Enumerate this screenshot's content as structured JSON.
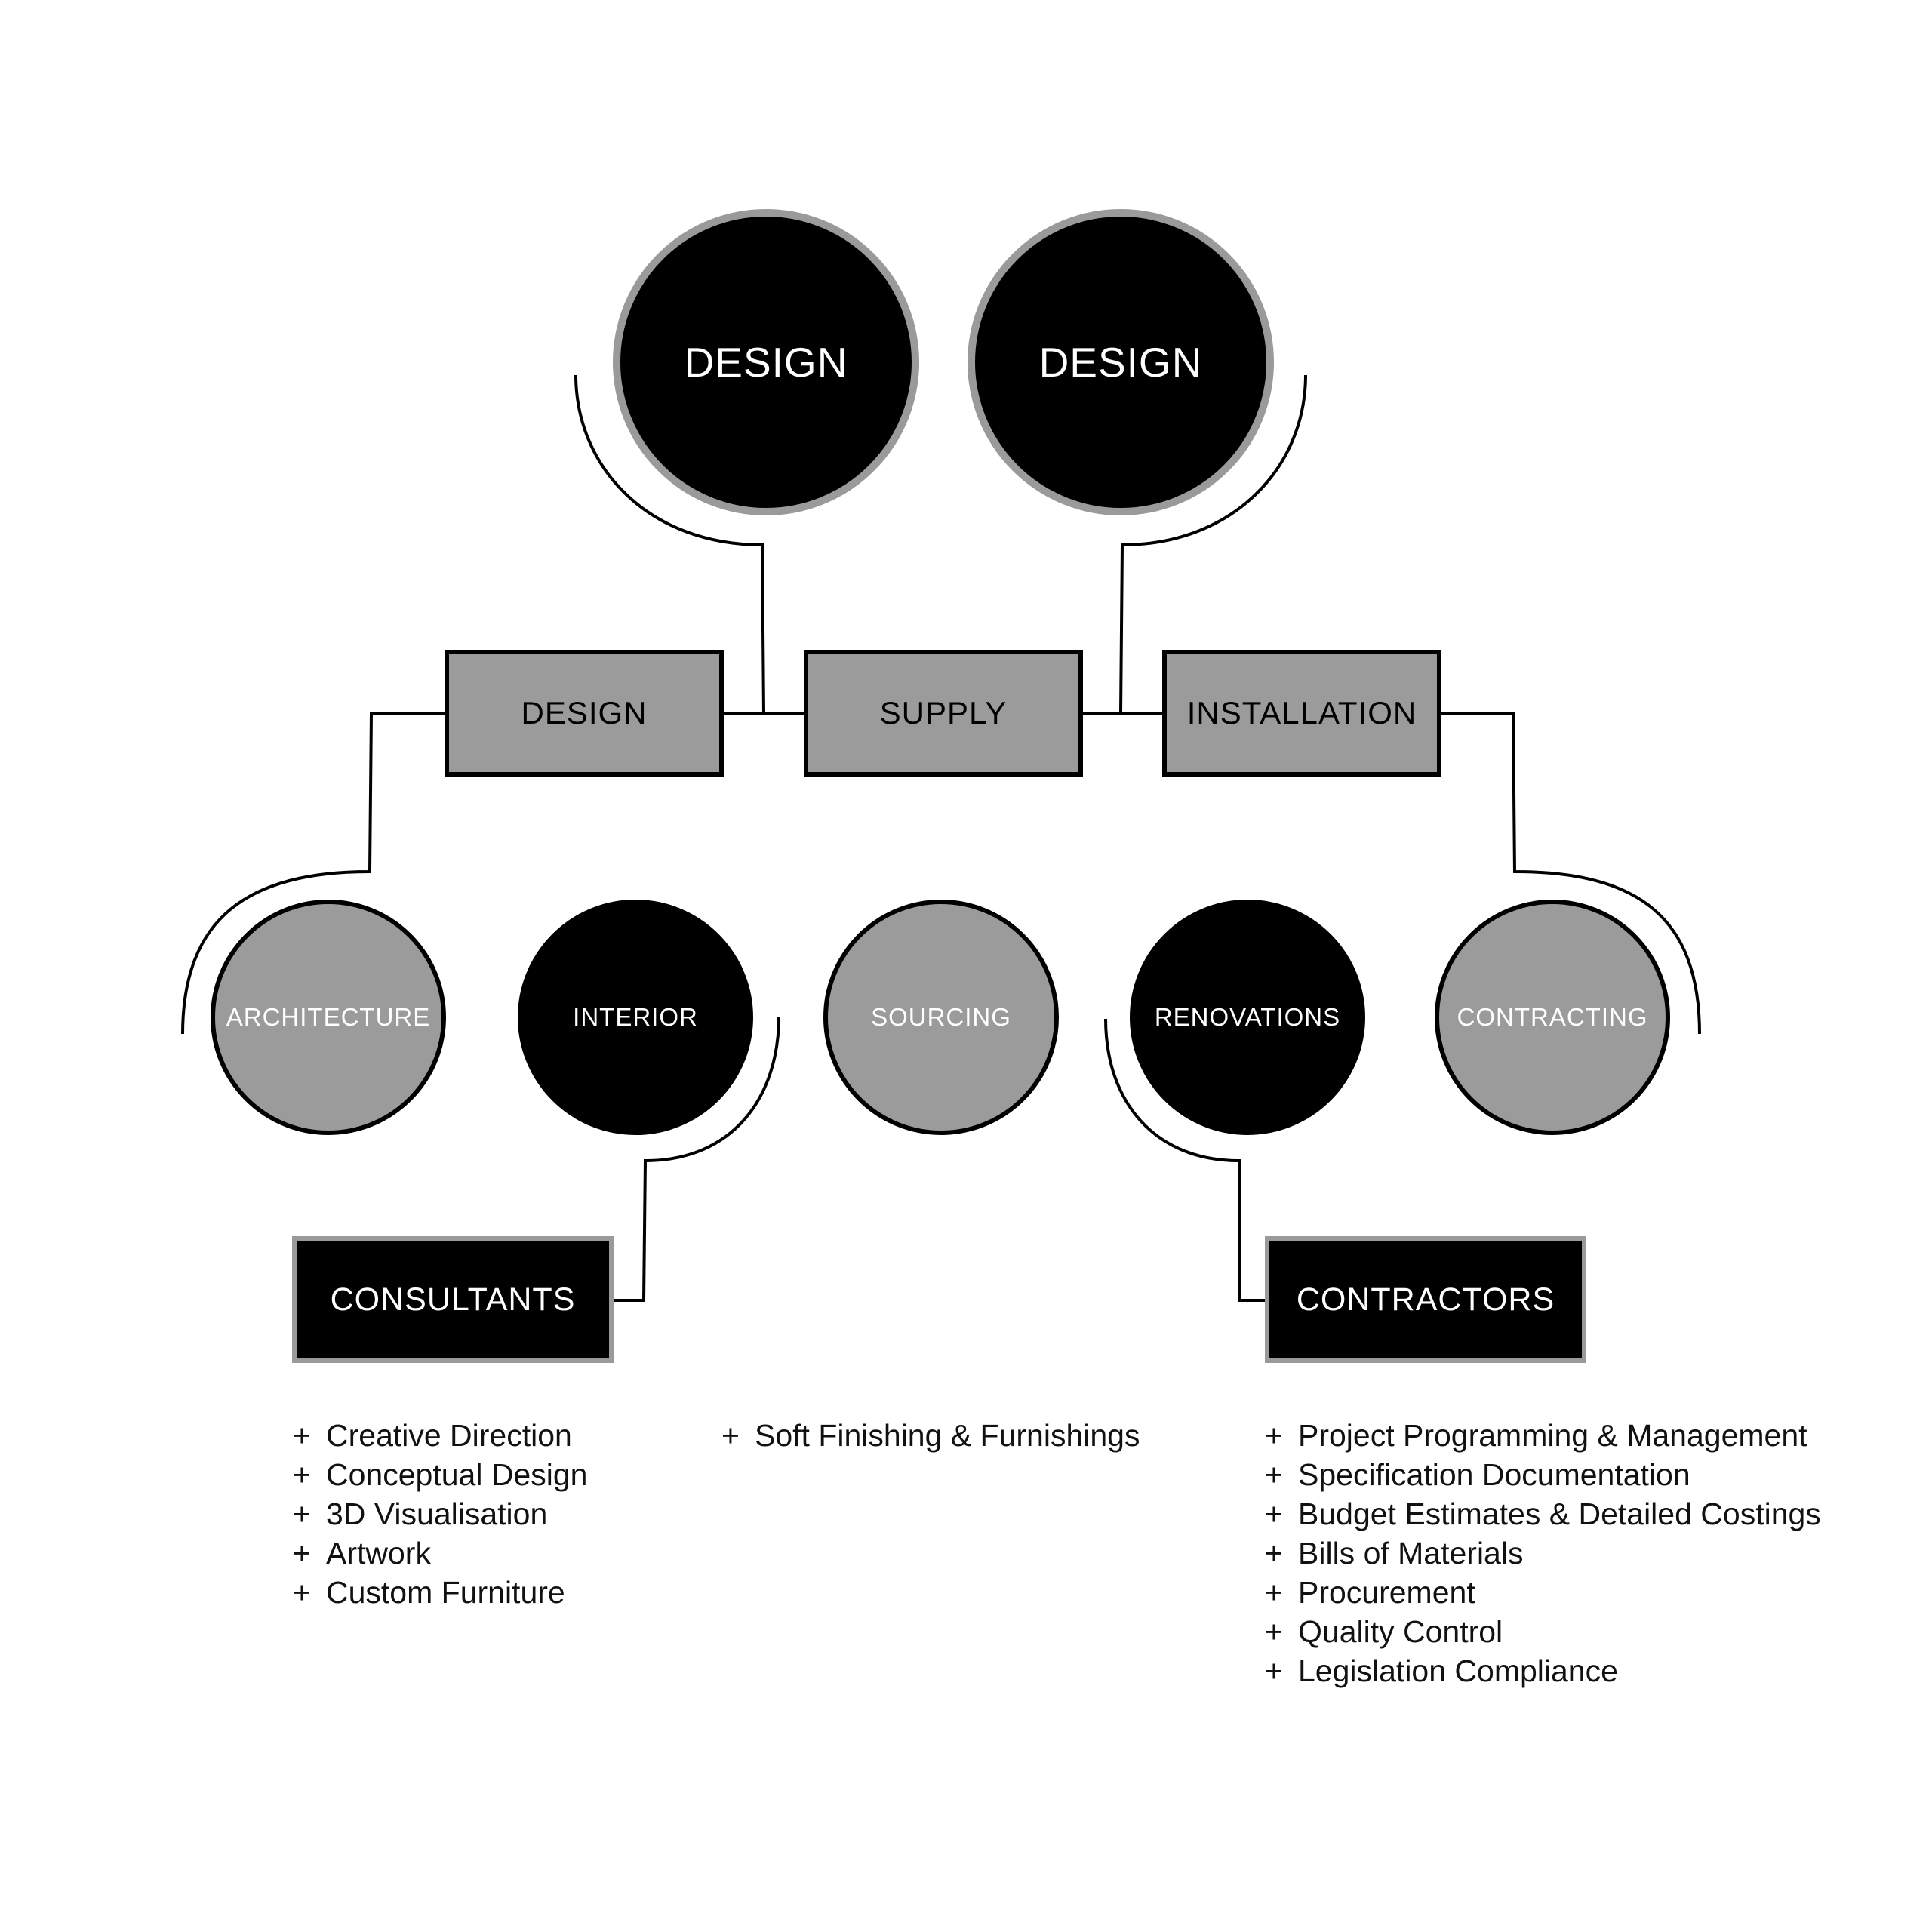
{
  "top_circles": [
    {
      "label": "DESIGN"
    },
    {
      "label": "DESIGN"
    }
  ],
  "middle_boxes": [
    {
      "label": "DESIGN"
    },
    {
      "label": "SUPPLY"
    },
    {
      "label": "INSTALLATION"
    }
  ],
  "service_circles": [
    {
      "label": "ARCHITECTURE",
      "fill": "grey"
    },
    {
      "label": "INTERIOR",
      "fill": "black"
    },
    {
      "label": "SOURCING",
      "fill": "grey"
    },
    {
      "label": "RENOVATIONS",
      "fill": "black"
    },
    {
      "label": "CONTRACTING",
      "fill": "grey"
    }
  ],
  "bottom_boxes": [
    {
      "label": "CONSULTANTS"
    },
    {
      "label": "CONTRACTORS"
    }
  ],
  "lists": {
    "bullet": "+",
    "consultants": [
      "Creative Direction",
      "Conceptual Design",
      "3D Visualisation",
      "Artwork",
      "Custom Furniture"
    ],
    "supply": [
      "Soft Finishing & Furnishings"
    ],
    "contractors": [
      "Project Programming & Management",
      "Specification Documentation",
      "Budget Estimates & Detailed Costings",
      "Bills of Materials",
      "Procurement",
      "Quality Control",
      "Legislation Compliance"
    ]
  },
  "colors": {
    "black": "#000000",
    "grey": "#9b9b9b",
    "background": "#ffffff"
  }
}
